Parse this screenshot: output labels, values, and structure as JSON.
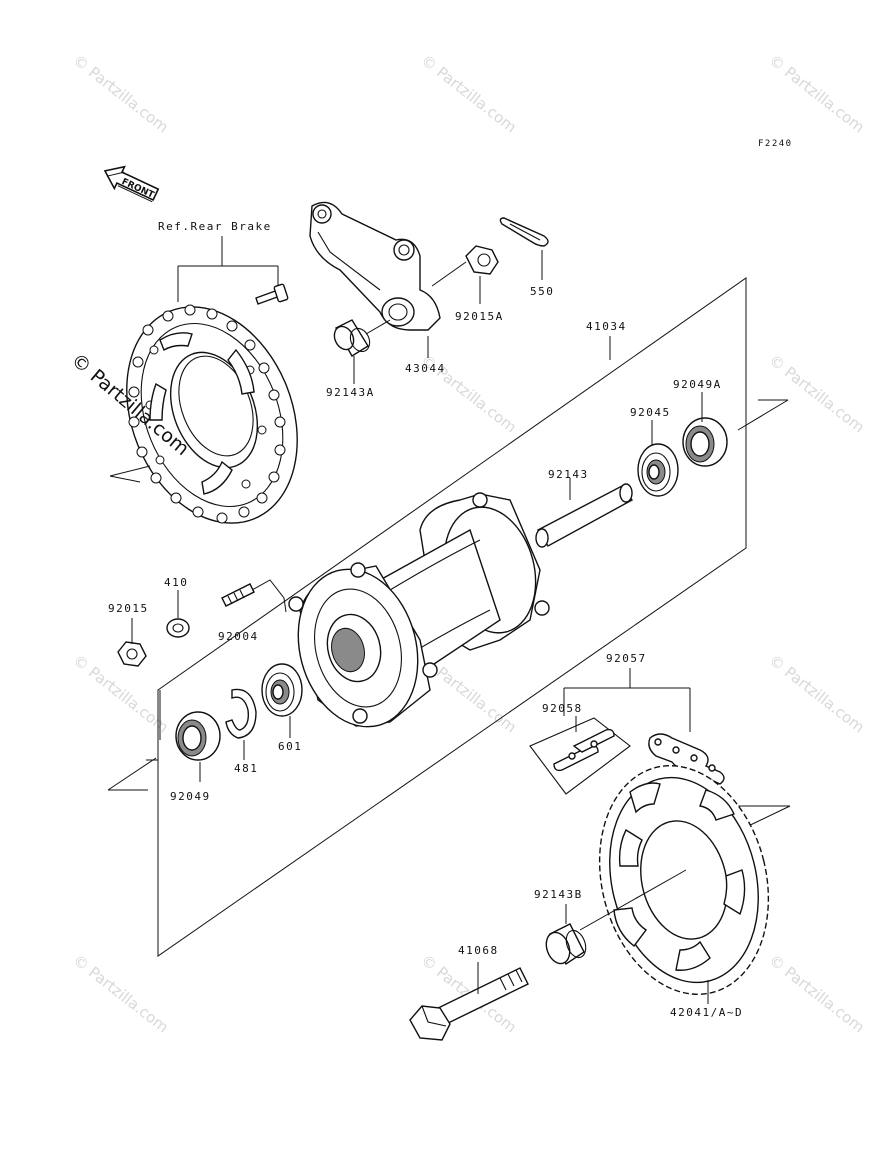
{
  "figure_code": "F2240",
  "front_label": "FRONT",
  "ref_label": "Ref.Rear Brake",
  "watermark": "© Partzilla.com",
  "parts": {
    "p550": "550",
    "p92015A": "92015A",
    "p43044": "43044",
    "p92143A": "92143A",
    "p41034": "41034",
    "p92049A": "92049A",
    "p92045": "92045",
    "p92143": "92143",
    "p410": "410",
    "p92015": "92015",
    "p92004": "92004",
    "p601": "601",
    "p481": "481",
    "p92049": "92049",
    "p92057": "92057",
    "p92058": "92058",
    "p92143B": "92143B",
    "p41068": "41068",
    "p42041": "42041/A~D"
  }
}
